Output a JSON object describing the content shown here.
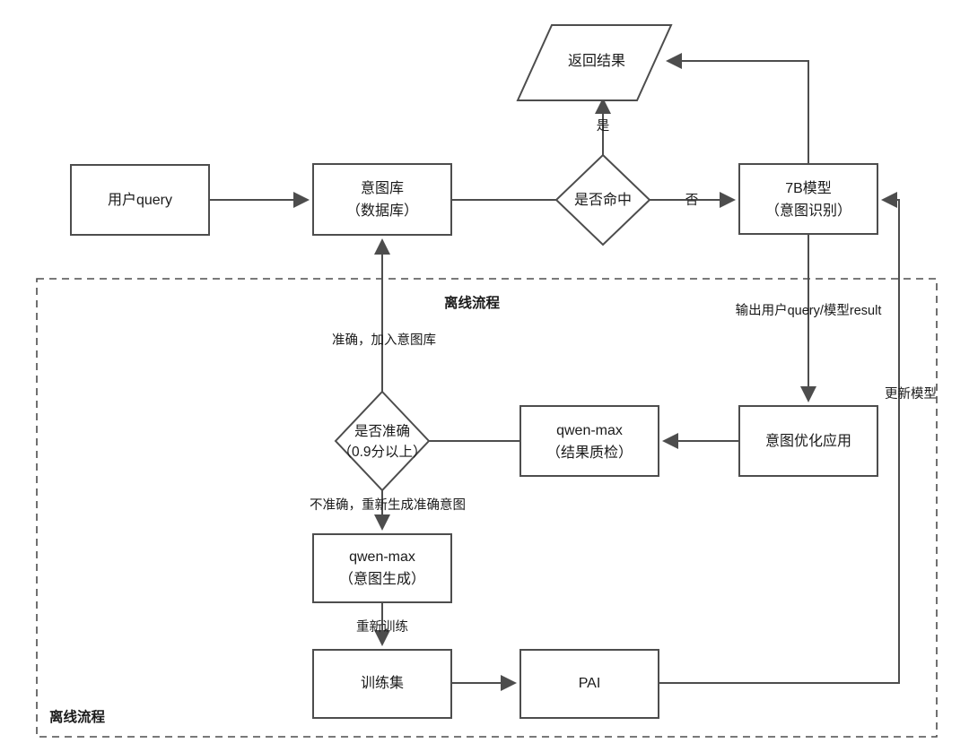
{
  "diagram": {
    "title_groups": [
      {
        "id": "offline-top",
        "label": "离线流程"
      },
      {
        "id": "offline-bottom",
        "label": "离线流程"
      }
    ],
    "nodes": [
      {
        "id": "user-query",
        "shape": "rect",
        "line1": "用户query",
        "line2": ""
      },
      {
        "id": "intent-db",
        "shape": "rect",
        "line1": "意图库",
        "line2": "（数据库）"
      },
      {
        "id": "is-hit",
        "shape": "diamond",
        "line1": "是否命中",
        "line2": ""
      },
      {
        "id": "model-7b",
        "shape": "rect",
        "line1": "7B模型",
        "line2": "（意图识别）"
      },
      {
        "id": "return-result",
        "shape": "parallelogram",
        "line1": "返回结果",
        "line2": ""
      },
      {
        "id": "intent-optimize",
        "shape": "rect",
        "line1": "意图优化应用",
        "line2": ""
      },
      {
        "id": "qwen-max-qc",
        "shape": "rect",
        "line1": "qwen-max",
        "line2": "（结果质检）"
      },
      {
        "id": "is-accurate",
        "shape": "diamond",
        "line1": "是否准确",
        "line2": "（0.9分以上）"
      },
      {
        "id": "qwen-max-gen",
        "shape": "rect",
        "line1": "qwen-max",
        "line2": "（意图生成）"
      },
      {
        "id": "training-set",
        "shape": "rect",
        "line1": "训练集",
        "line2": ""
      },
      {
        "id": "pai",
        "shape": "rect",
        "line1": "PAI",
        "line2": ""
      }
    ],
    "edge_labels": [
      {
        "id": "label-yes",
        "text": "是"
      },
      {
        "id": "label-no",
        "text": "否"
      },
      {
        "id": "label-output",
        "text": "输出用户query/模型result"
      },
      {
        "id": "label-update-model",
        "text": "更新模型"
      },
      {
        "id": "label-accurate-add",
        "text": "准确，加入意图库"
      },
      {
        "id": "label-inaccurate-gen",
        "text": "不准确，重新生成准确意图"
      },
      {
        "id": "label-retrain",
        "text": "重新训练"
      }
    ],
    "colors": {
      "stroke": "#4d4d4d",
      "text": "#1a1a1a",
      "background": "#ffffff"
    }
  }
}
